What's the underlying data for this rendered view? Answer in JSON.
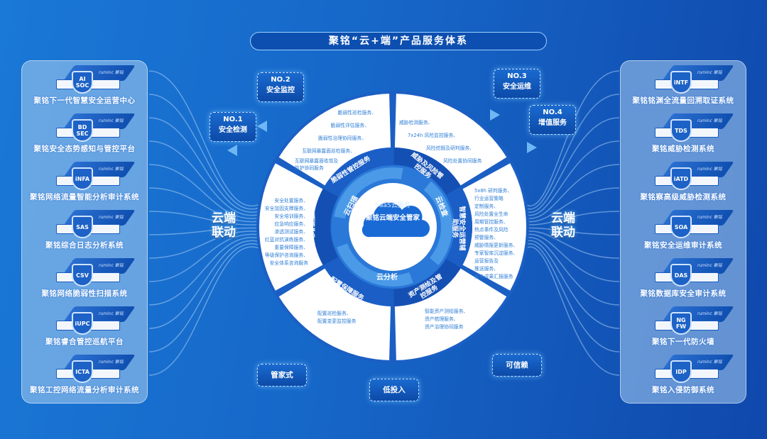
{
  "title": "聚铭“云+端”产品服务体系",
  "left_products": [
    {
      "code": "AI\nSOC",
      "name": "聚铭下一代智慧安全运营中心"
    },
    {
      "code": "BD\nSEC",
      "name": "聚铭安全态势感知与管控平台"
    },
    {
      "code": "iNFA",
      "name": "聚铭网络流量智能分析审计系统"
    },
    {
      "code": "SAS",
      "name": "聚铭综合日志分析系统"
    },
    {
      "code": "CSV",
      "name": "聚铭网络脆弱性扫描系统"
    },
    {
      "code": "iUPC",
      "name": "聚铭睿合管控巡航平台"
    },
    {
      "code": "ICTA",
      "name": "聚铭工控网络流量分析审计系统"
    }
  ],
  "right_products": [
    {
      "code": "iNTF",
      "name": "聚铭铭渊全流量回溯取证系统"
    },
    {
      "code": "TDS",
      "name": "聚铭威胁检测系统"
    },
    {
      "code": "iATD",
      "name": "聚铭察高级威胁检测系统"
    },
    {
      "code": "SOA",
      "name": "聚铭安全运维审计系统"
    },
    {
      "code": "DAS",
      "name": "聚铭数据库安全审计系统"
    },
    {
      "code": "NG\nFW",
      "name": "聚铭下一代防火墙"
    },
    {
      "code": "IDP",
      "name": "聚铭入侵防御系统"
    }
  ],
  "brand": "ruminc 聚铭",
  "badges": [
    {
      "no": "NO.1",
      "name": "安全检测"
    },
    {
      "no": "NO.2",
      "name": "安全监控"
    },
    {
      "no": "NO.3",
      "name": "安全运维"
    },
    {
      "no": "NO.4",
      "name": "增值服务"
    }
  ],
  "features": [
    "管家式",
    "低投入",
    "可信赖"
  ],
  "link_label": "云端\n联动",
  "center": {
    "subtitle": "SaaS云服务",
    "title": "聚铭云端安全管家"
  },
  "ring": [
    "云扫描",
    "云检查",
    "云分析"
  ],
  "segments": [
    {
      "label": "脆弱性管控服务",
      "items": [
        "脆弱性巡检服务、",
        "脆弱性评估服务、",
        "脆弱性治理协同服务、",
        "互联网暴露面巡检服务、",
        "互联网暴露面收敛及\n防护协同服务"
      ]
    },
    {
      "label": "威胁及风险管控服务",
      "items": [
        "威胁检测服务、",
        "7x24h 风险监控服务、",
        "风险挖掘及研判服务、",
        "风险处置协同服务"
      ]
    },
    {
      "label": "智慧安全运营辅助服务",
      "items": [
        "5x8h 研判服务、",
        "行业运营策略",
        "定制服务、",
        "风险处置全生命",
        "周期管控服务、",
        "热点事件及风险",
        "预警服务、",
        "威胁情报更新服务、",
        "专家智库沉淀服务、",
        "运营报告及",
        "推送服务、",
        "安全成果汇报服务"
      ]
    },
    {
      "label": "资产测绘及管控服务",
      "items": [
        "智能资产测绘服务、",
        "资产梳理服务、",
        "资产治理协同服务"
      ]
    },
    {
      "label": "配置保障服务",
      "items": [
        "配置巡检服务、",
        "配置变更监控服务"
      ]
    },
    {
      "label": "本地增值服务",
      "items": [
        "安全处置服务、",
        "安全加固支撑服务、",
        "安全培训服务、",
        "应急响应服务、",
        "渗透测试服务、",
        "红蓝对抗演练服务、",
        "重要保障服务、",
        "等级保护咨询服务、",
        "安全体系咨询服务"
      ]
    }
  ]
}
